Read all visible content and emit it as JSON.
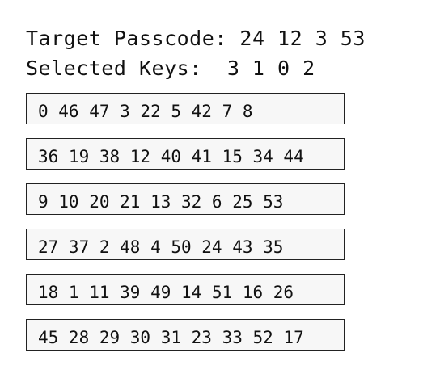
{
  "header": {
    "target_label": "Target Passcode:",
    "target_value": "24 12 3 53",
    "selected_label": "Selected Keys:",
    "selected_value": "3 1 0 2"
  },
  "key_rows": [
    "0 46 47 3 22 5 42 7 8",
    "36 19 38 12 40 41 15 34 44",
    "9 10 20 21 13 32 6 25 53",
    "27 37 2 48 4 50 24 43 35",
    "18 1 11 39 49 14 51 16 26",
    "45 28 29 30 31 23 33 52 17"
  ]
}
